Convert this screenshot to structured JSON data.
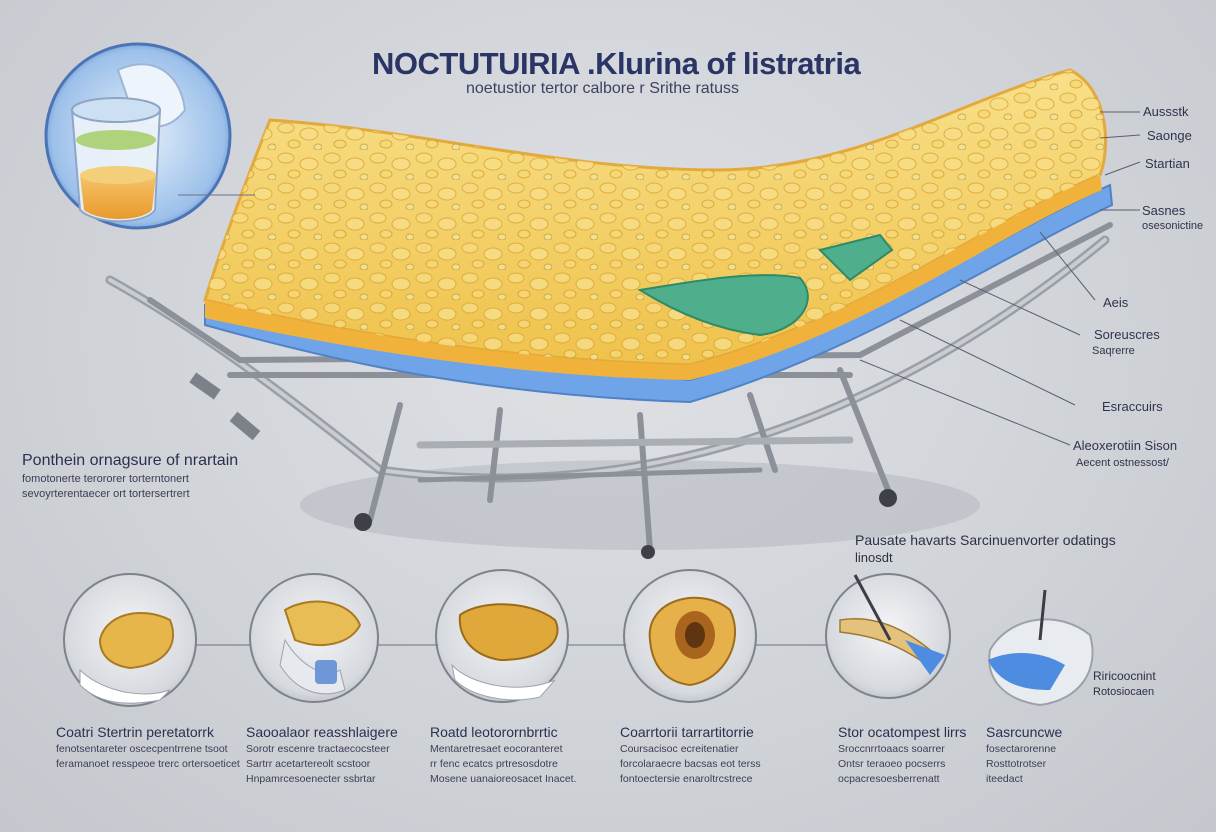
{
  "header": {
    "title": "NOCTUTUIRIA .Klurina of  listratria",
    "subtitle": "noetustior tertor calbore r Srithe ratuss"
  },
  "right_labels": [
    {
      "text": "Aussstk"
    },
    {
      "text": "Saonge"
    },
    {
      "text": "Startian"
    },
    {
      "text": "Sasnes"
    },
    {
      "text": "osesonictine"
    },
    {
      "text": "Aeis"
    },
    {
      "text": "Soreuscres"
    },
    {
      "text": "Saqrerre"
    },
    {
      "text": "Esraccuirs"
    },
    {
      "text": "Aleoxerotiin Sison"
    },
    {
      "text": "Aecent ostnessost/"
    }
  ],
  "left_block": {
    "heading": "Ponthein ornagsure of nrartain",
    "lines": [
      "fomotonerte terororer torterntonert",
      "sevoyrterentaecer ort tortersertrert"
    ]
  },
  "mid_right_block": {
    "heading": "Pausate havarts Sarcinuenvorter odatings",
    "subheading": "linosdt"
  },
  "right_bottom_label": {
    "lines": [
      "Riricoocnint",
      "Rotosiocaen"
    ]
  },
  "captions": [
    {
      "heading": "Coatri Stertrin peretatorrk",
      "lines": [
        "fenotsentareter oscecpentrrene tsoot",
        "feramanoet resspeoe trerc ortersoeticet"
      ]
    },
    {
      "heading": "Saooalaor reasshlaigere",
      "lines": [
        "Sorotr escenre tractaecocsteer",
        "Sartrr acetartereolt scstoor",
        "Hnpamrcesoenecter ssbrtar"
      ]
    },
    {
      "heading": "Roatd leotorornbrrtic",
      "lines": [
        "Mentaretresaet eocoranteret",
        "rr fenc ecatcs prtresosdotre",
        "Mosene uanaioreosacet Inacet."
      ]
    },
    {
      "heading": "Coarrtorii tarrartitorrie",
      "lines": [
        "Coursacisoc ecreitenatier",
        "forcolaraecre bacsas eot terss",
        "fontoectersie enaroltrcstrece"
      ]
    },
    {
      "heading": "Stor ocatompest lirrs",
      "lines": [
        "Sroccnrrtoaacs soarrer",
        "Ontsr teraoeo pocserrs",
        "ocpacresoesberrenatt"
      ]
    },
    {
      "heading": "Sasrcuncwe",
      "lines": [
        "fosectarorenne",
        "Rosttotrotser",
        "iteedact"
      ]
    }
  ],
  "colors": {
    "background": "#cfd2d7",
    "title": "#2a3565",
    "mattress": "#f3cd5c",
    "mattress_edge": "#f0b23b",
    "bed_base": "#6fa4e8",
    "frame": "#8c9099",
    "green_accent": "#4fae8c"
  },
  "icons": [
    "cup-of-urine-icon",
    "hospital-bed-icon",
    "organ-detail-icon"
  ]
}
